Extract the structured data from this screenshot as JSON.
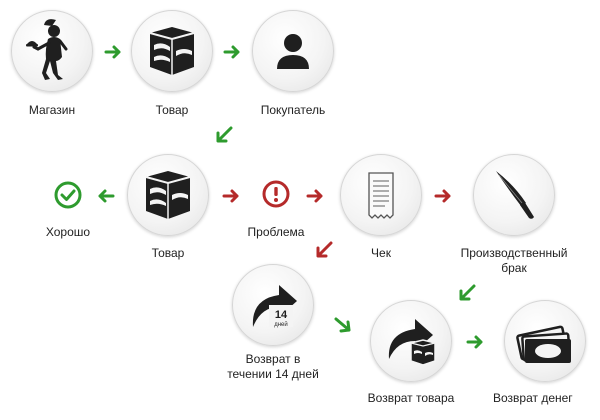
{
  "nodes": {
    "shop": {
      "label": "Магазин",
      "icon": "waiter-icon"
    },
    "goods1": {
      "label": "Товар",
      "icon": "box-icon"
    },
    "buyer": {
      "label": "Покупатель",
      "icon": "user-icon"
    },
    "good": {
      "label": "Хорошо",
      "icon": "check-circle-icon"
    },
    "goods2": {
      "label": "Товар",
      "icon": "box-icon"
    },
    "problem": {
      "label": "Проблема",
      "icon": "exclamation-circle-icon"
    },
    "receipt": {
      "label": "Чек",
      "icon": "receipt-icon"
    },
    "defect": {
      "label_line1": "Производственный",
      "label_line2": "брак",
      "icon": "knife-icon"
    },
    "return14": {
      "label_line1": "Возврат в",
      "label_line2": "течении 14 дней",
      "badge_number": "14",
      "badge_unit": "дней",
      "icon": "return-arrow-icon"
    },
    "goods_return": {
      "label": "Возврат товара",
      "icon": "return-box-icon"
    },
    "money_return": {
      "label": "Возврат денег",
      "icon": "banknotes-icon"
    }
  },
  "colors": {
    "green": "#2e9b2e",
    "red": "#b52a2a",
    "icon_dark": "#1f1f1f"
  }
}
